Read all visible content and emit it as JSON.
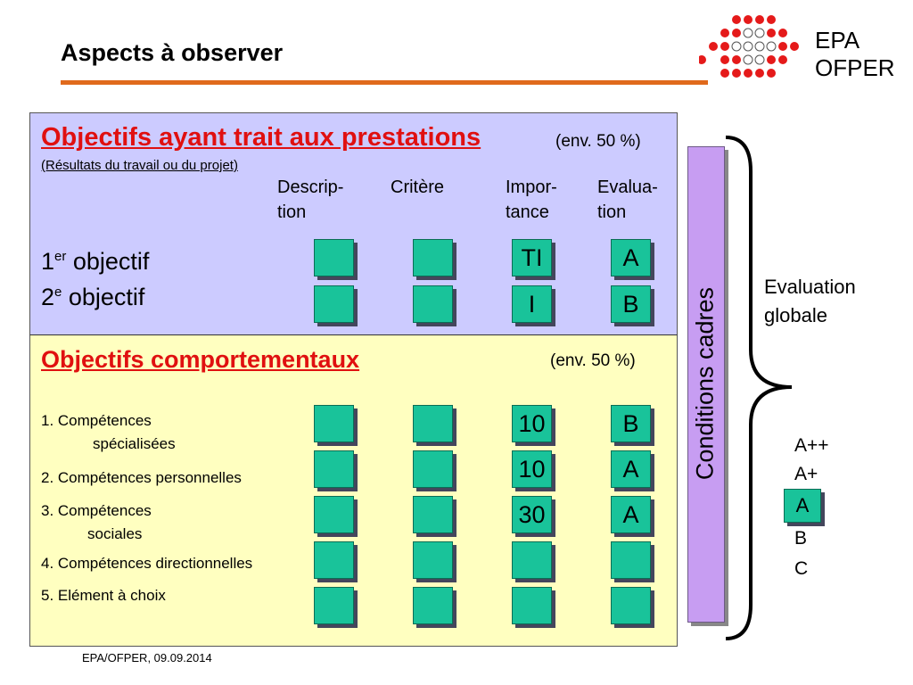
{
  "header": {
    "title": "Aspects à observer",
    "logo_line1": "EPA",
    "logo_line2": "OFPER"
  },
  "colors": {
    "accent_orange": "#e06a1c",
    "heading_red": "#e01010",
    "box_green": "#19c39a",
    "panel_blue": "#cccbff",
    "panel_yellow": "#ffffc0",
    "bar_purple": "#c79df2"
  },
  "section1": {
    "title": "Objectifs ayant trait aux prestations",
    "env": "(env. 50 %)",
    "subtitle": "(Résultats du travail ou du projet)",
    "columns": [
      {
        "l1": "Descrip-",
        "l2": "tion"
      },
      {
        "l1": "Critère",
        "l2": ""
      },
      {
        "l1": "Impor-",
        "l2": "tance"
      },
      {
        "l1": "Evalua-",
        "l2": "tion"
      }
    ],
    "objective1": {
      "num": "1",
      "sup": "er",
      "text": " objectif"
    },
    "objective2": {
      "num": "2",
      "sup": "e",
      "text": " objectif"
    },
    "rows": [
      {
        "importance": "TI",
        "evaluation": "A"
      },
      {
        "importance": "I",
        "evaluation": "B"
      }
    ]
  },
  "section2": {
    "title": "Objectifs comportementaux",
    "env": "(env. 50 %)",
    "items": [
      {
        "l1": "1. Compétences",
        "l2": "spécialisées"
      },
      {
        "l1": "2. Compétences personnelles"
      },
      {
        "l1": "3. Compétences",
        "l2": "sociales"
      },
      {
        "l1": "4. Compétences directionnelles"
      },
      {
        "l1": "5. Elément à choix"
      }
    ],
    "rows": [
      {
        "importance": "10",
        "evaluation": "B"
      },
      {
        "importance": "10",
        "evaluation": "A"
      },
      {
        "importance": "30",
        "evaluation": "A"
      },
      {
        "importance": "",
        "evaluation": ""
      },
      {
        "importance": "",
        "evaluation": ""
      }
    ]
  },
  "sidebar": {
    "conditions": "Conditions cadres",
    "eval_line1": "Evaluation",
    "eval_line2": "globale",
    "scale": [
      "A++",
      "A+",
      "A",
      "B",
      "C"
    ]
  },
  "footer": {
    "text": "EPA/OFPER, 09.09.2014"
  }
}
